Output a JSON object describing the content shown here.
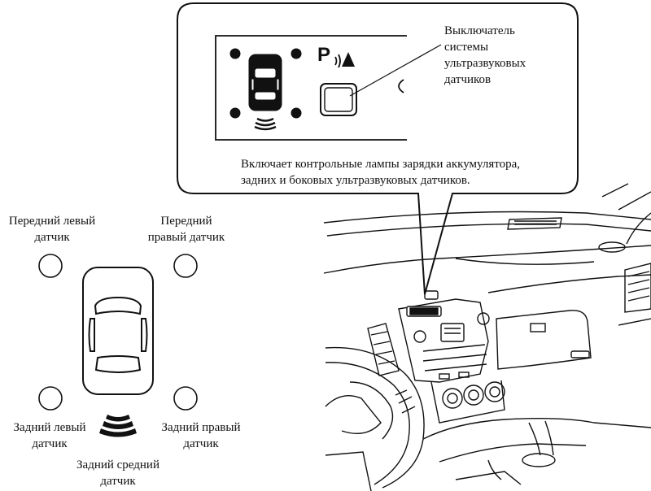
{
  "callout": {
    "switch_label": [
      "Выключатель",
      "системы",
      "ультразвуковых",
      "датчиков"
    ],
    "description": [
      "Включает контрольные лампы зарядки аккумулятора,",
      "задних и боковых ультразвуковых датчиков."
    ]
  },
  "sensors": {
    "front_left": [
      "Передний левый",
      "датчик"
    ],
    "front_right": [
      "Передний",
      "правый датчик"
    ],
    "rear_left": [
      "Задний левый",
      "датчик"
    ],
    "rear_right": [
      "Задний правый",
      "датчик"
    ],
    "rear_middle": [
      "Задний средний",
      "датчик"
    ]
  },
  "panel": {
    "park_symbol": "P"
  }
}
